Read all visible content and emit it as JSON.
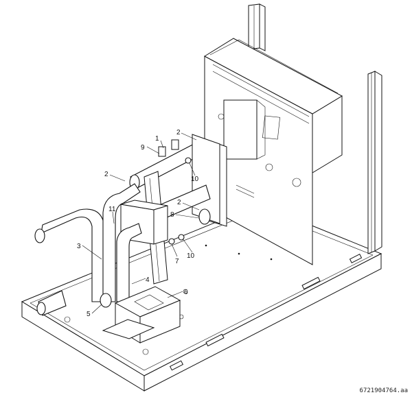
{
  "diagram": {
    "callouts": [
      {
        "id": "c1",
        "text": "1"
      },
      {
        "id": "c2a",
        "text": "2"
      },
      {
        "id": "c2b",
        "text": "2"
      },
      {
        "id": "c2c",
        "text": "2"
      },
      {
        "id": "c3",
        "text": "3"
      },
      {
        "id": "c4",
        "text": "4"
      },
      {
        "id": "c5",
        "text": "5"
      },
      {
        "id": "c6",
        "text": "6"
      },
      {
        "id": "c7",
        "text": "7"
      },
      {
        "id": "c8",
        "text": "8"
      },
      {
        "id": "c9",
        "text": "9"
      },
      {
        "id": "c10a",
        "text": "10"
      },
      {
        "id": "c10b",
        "text": "10"
      },
      {
        "id": "c11",
        "text": "11"
      }
    ],
    "document_id": "6721904764.aa"
  }
}
